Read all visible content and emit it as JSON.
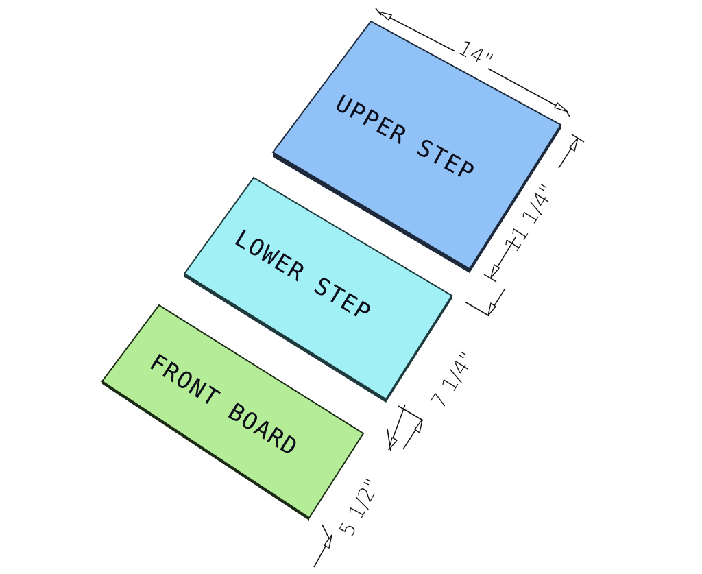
{
  "diagram": {
    "boards": [
      {
        "id": "upper-step",
        "label": "UPPER STEP",
        "color": "#90c2f8",
        "edge_color": "#1e2a3c"
      },
      {
        "id": "lower-step",
        "label": "LOWER STEP",
        "color": "#a0f0f6",
        "edge_color": "#1e3a3c"
      },
      {
        "id": "front-board",
        "label": "FRONT BOARD",
        "color": "#b4ec98",
        "edge_color": "#1a2a14"
      }
    ],
    "dimensions": {
      "upper_length": "14\"",
      "upper_width": "11 1/4\"",
      "lower_width": "7 1/4\"",
      "front_width": "5 1/2\""
    }
  }
}
